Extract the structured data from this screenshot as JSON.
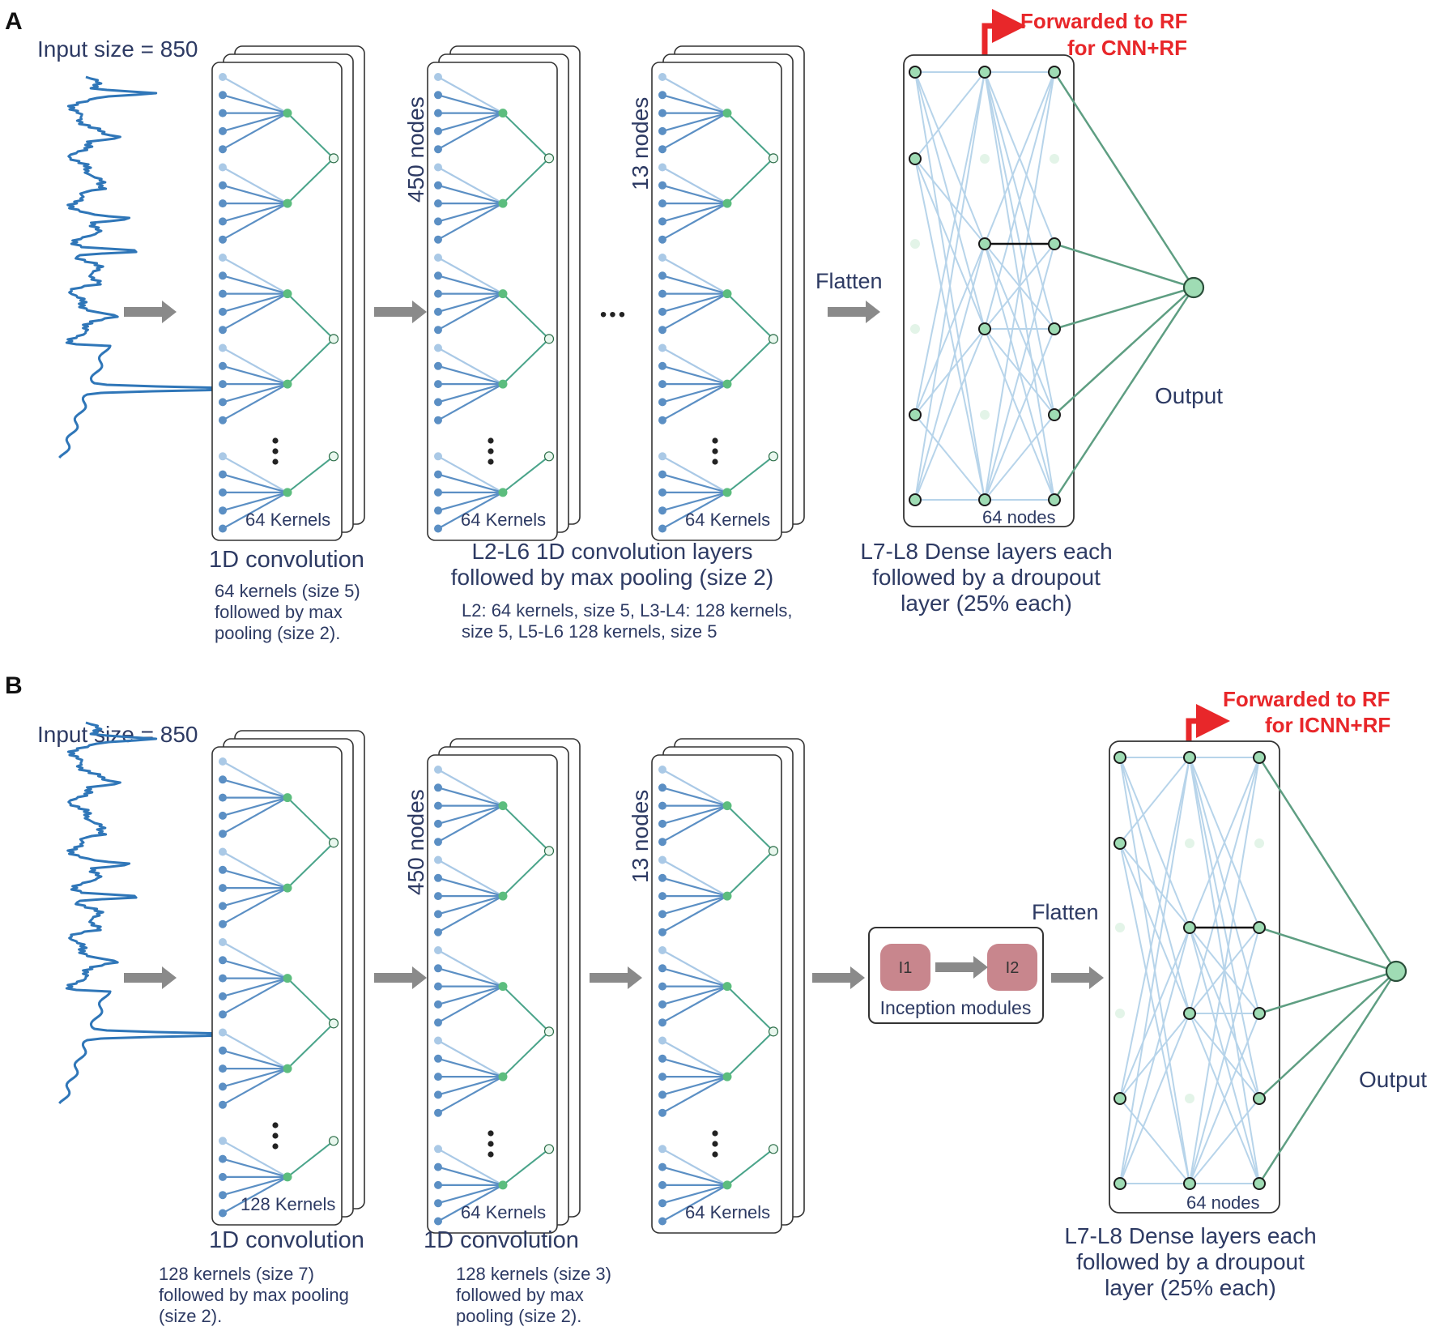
{
  "colors": {
    "text": "#2d3a63",
    "red": "#e8272a",
    "signal": "#2f76b8",
    "kernel_blue": "#5b8fc4",
    "kernel_light": "#aac9e6",
    "node_green": "#5cbd7e",
    "edge_green": "#4aa48a",
    "dense_edge": "#b7d4ea",
    "dense_node": "#9fdcb4",
    "output_edge": "#5e9e82",
    "arrow": "#8a8a8a",
    "inception_box": "#c8868d"
  },
  "panelA": {
    "panel_label": "A",
    "input_label": "Input size = 850",
    "conv1": {
      "kernels_label": "64 Kernels",
      "title": "1D convolution",
      "desc": [
        "64 kernels (size 5)",
        "followed by max",
        "pooling (size 2)."
      ]
    },
    "conv2": {
      "nodes_label": "450 nodes",
      "kernels_label": "64 Kernels",
      "title": [
        "L2-L6 1D convolution layers",
        "followed by max pooling (size 2)"
      ],
      "desc": [
        "L2: 64 kernels, size 5, L3-L4: 128 kernels,",
        "size 5, L5-L6 128 kernels, size 5"
      ]
    },
    "ellipsis": "•••",
    "conv3": {
      "nodes_label": "13 nodes",
      "kernels_label": "64 Kernels"
    },
    "flatten_label": "Flatten",
    "forwarded": [
      "Forwarded to RF",
      "for CNN+RF"
    ],
    "dense": {
      "nodes_label": "64 nodes",
      "title": [
        "L7-L8 Dense layers  each",
        "followed by a droupout",
        "layer (25% each)"
      ]
    },
    "output_label": "Output"
  },
  "panelB": {
    "panel_label": "B",
    "input_label": "Input size = 850",
    "conv1": {
      "kernels_label": "128 Kernels",
      "title": "1D convolution",
      "desc": [
        "128 kernels (size 7)",
        "followed by max pooling",
        "(size 2)."
      ]
    },
    "conv2": {
      "nodes_label": "450 nodes",
      "kernels_label": "64 Kernels",
      "title": "1D convolution",
      "desc": [
        "128 kernels (size 3)",
        "followed by max",
        "pooling (size 2)."
      ]
    },
    "conv3": {
      "nodes_label": "13 nodes",
      "kernels_label": "64 Kernels"
    },
    "inception": {
      "i1": "I1",
      "i2": "I2",
      "label": "Inception modules"
    },
    "flatten_label": "Flatten",
    "forwarded": [
      "Forwarded to RF",
      "for ICNN+RF"
    ],
    "dense": {
      "nodes_label": "64 nodes",
      "title": [
        "L7-L8 Dense layers  each",
        "followed by a droupout",
        "layer (25% each)"
      ]
    },
    "output_label": "Output"
  }
}
